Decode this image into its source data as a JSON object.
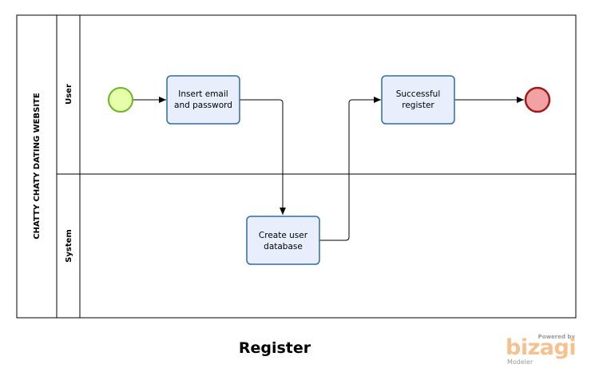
{
  "pool": {
    "title": "CHATTY CHATY DATING WEBSITE"
  },
  "lanes": [
    {
      "id": "user",
      "title": "User"
    },
    {
      "id": "system",
      "title": "System"
    }
  ],
  "tasks": [
    {
      "id": "insert",
      "lines": [
        "Insert email",
        "and password"
      ],
      "lane": "user"
    },
    {
      "id": "success",
      "lines": [
        "Successful",
        "register"
      ],
      "lane": "user"
    },
    {
      "id": "create",
      "lines": [
        "Create user",
        "database"
      ],
      "lane": "system"
    }
  ],
  "events": [
    {
      "id": "start",
      "type": "start"
    },
    {
      "id": "end",
      "type": "end"
    }
  ],
  "flows": [
    [
      "start",
      "insert"
    ],
    [
      "insert",
      "create"
    ],
    [
      "create",
      "success"
    ],
    [
      "success",
      "end"
    ]
  ],
  "diagram_title": "Register",
  "brand": {
    "powered_by": "Powered by",
    "name": "bizagi",
    "product": "Modeler"
  },
  "colors": {
    "task_fill": "#e8eefb",
    "task_stroke": "#2e6da4",
    "start_fill": "#e6ffa8",
    "start_stroke": "#6bb52a",
    "end_fill": "#f2a2a2",
    "end_stroke": "#a11a1a",
    "brand": "#f7c08f"
  }
}
